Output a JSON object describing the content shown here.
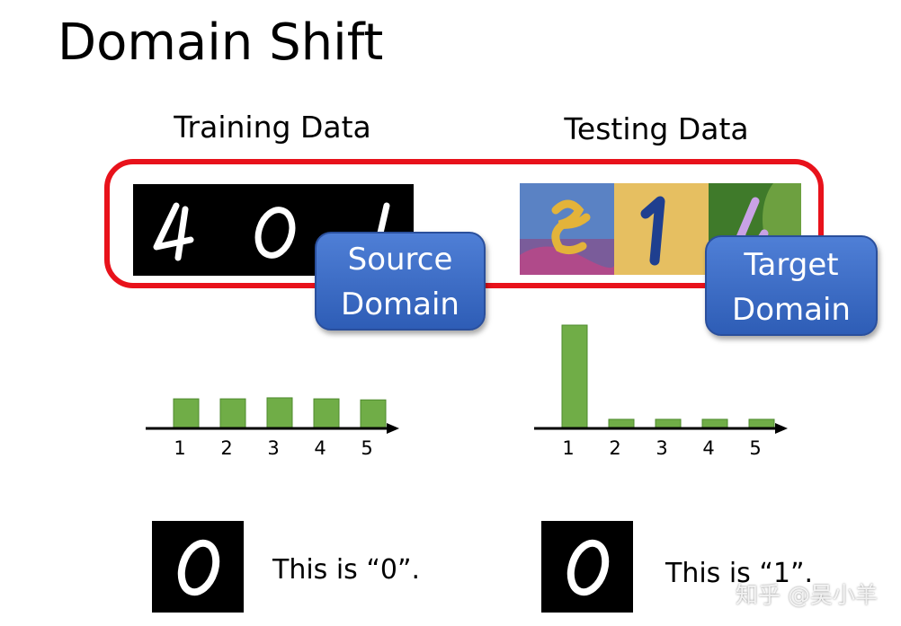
{
  "title": "Domain Shift",
  "training_label": "Training Data",
  "testing_label": "Testing Data",
  "source_bubble": {
    "line1": "Source",
    "line2": "Domain"
  },
  "target_bubble": {
    "line1": "Target",
    "line2": "Domain"
  },
  "colors": {
    "frame": "#e8121b",
    "bar": "#70ad47",
    "bubble": "#4472c4"
  },
  "source_hist": {
    "categories": [
      "1",
      "2",
      "3",
      "4",
      "5"
    ],
    "values": [
      0.28,
      0.28,
      0.29,
      0.28,
      0.27
    ]
  },
  "target_hist": {
    "categories": [
      "1",
      "2",
      "3",
      "4",
      "5"
    ],
    "values": [
      1.0,
      0.08,
      0.08,
      0.08,
      0.08
    ]
  },
  "source_caption": "This is “0”.",
  "target_caption": "This is “1”.",
  "watermark": "知乎 @吴小羊"
}
